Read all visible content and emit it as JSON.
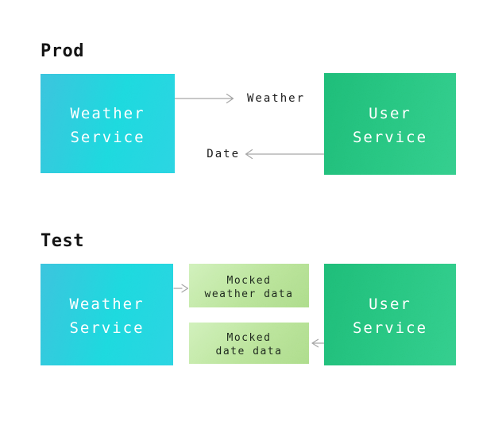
{
  "diagram": {
    "colors": {
      "weather_service_box": "#1fcdda",
      "user_service_box": "#24bd75",
      "mocked_data_box": "#b4e191",
      "arrow": "#a6a6a6",
      "background": "#ffffff",
      "title_text": "#141414",
      "service_text": "#ffffff",
      "mocked_text": "#1f2a1f"
    },
    "prod": {
      "title": "Prod",
      "weather_service_label": "Weather\nService",
      "user_service_label": "User\nService",
      "weather_arrow_label": "Weather",
      "date_arrow_label": "Date"
    },
    "test": {
      "title": "Test",
      "weather_service_label": "Weather\nService",
      "user_service_label": "User\nService",
      "mocked_weather_label": "Mocked\nweather data",
      "mocked_date_label": "Mocked\ndate data"
    }
  }
}
